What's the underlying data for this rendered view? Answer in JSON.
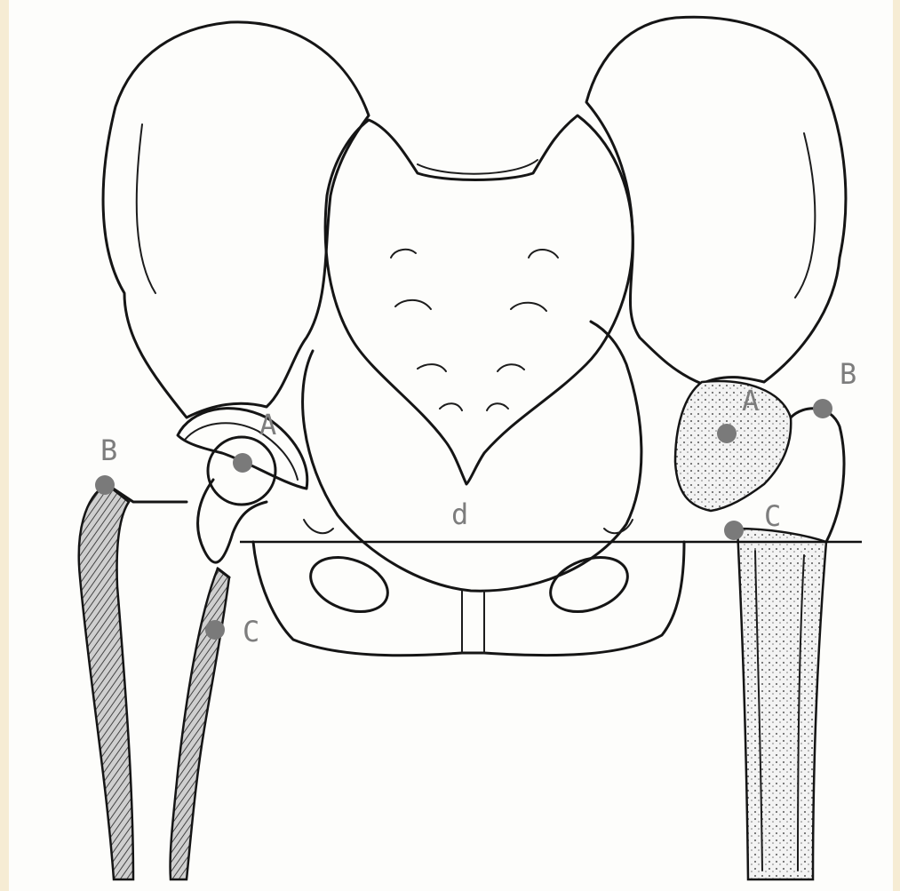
{
  "colors": {
    "background": "#f6ecd4",
    "panel": "#fdfdfb",
    "ink": "#151515",
    "marker": "#7a7a7a",
    "label": "#7d7d7d"
  },
  "labels": {
    "left_A": "A",
    "left_B": "B",
    "left_C": "C",
    "right_A": "A",
    "right_B": "B",
    "right_C": "C",
    "line_d": "d"
  }
}
